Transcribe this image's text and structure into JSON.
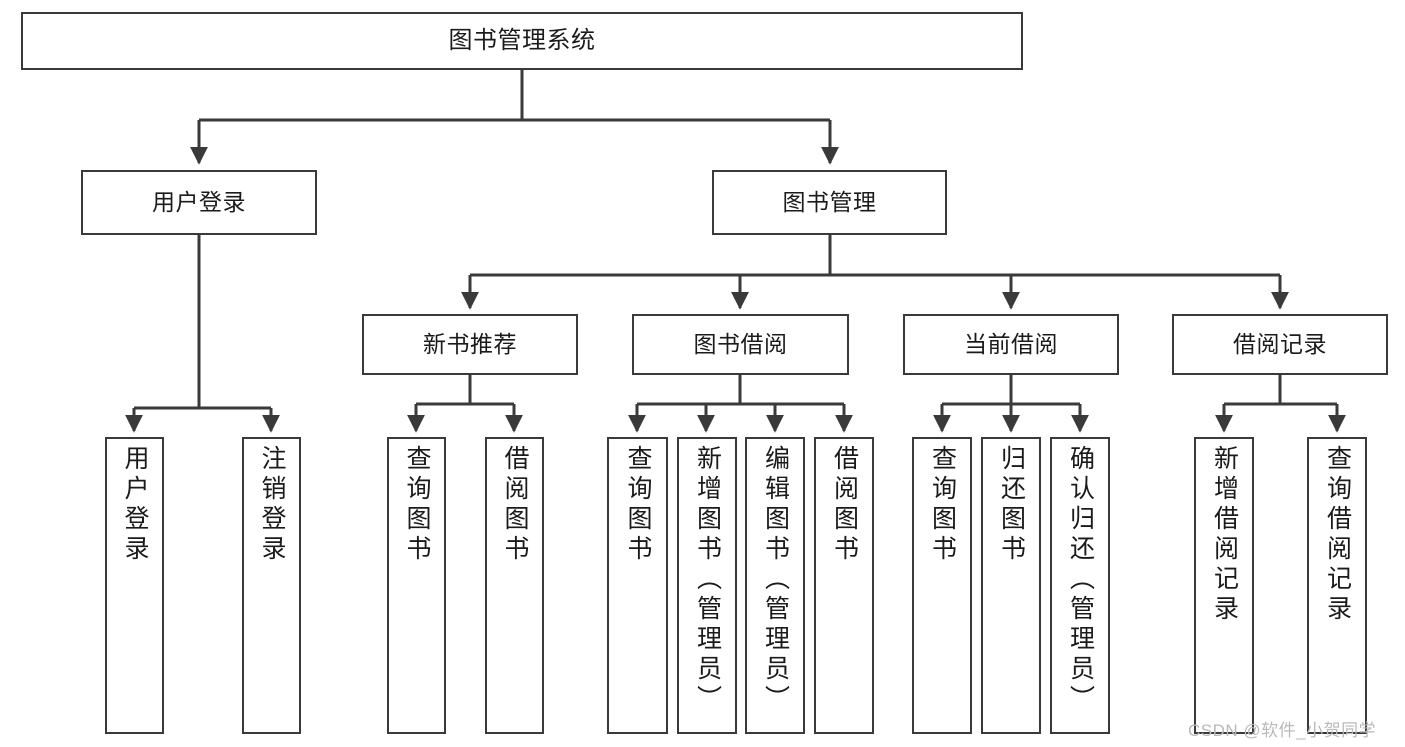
{
  "diagram": {
    "title": "图书管理系统",
    "watermark": "CSDN @软件_小贺同学",
    "colors": {
      "stroke": "#3a3a3a",
      "background": "#ffffff",
      "text": "#1b1b1b",
      "watermark": "#b9b9b9"
    },
    "levels": {
      "root": {
        "label": "图书管理系统"
      },
      "level2": [
        {
          "label": "用户登录"
        },
        {
          "label": "图书管理"
        }
      ],
      "level3": [
        {
          "label": "新书推荐"
        },
        {
          "label": "图书借阅"
        },
        {
          "label": "当前借阅"
        },
        {
          "label": "借阅记录"
        }
      ],
      "leaves": [
        {
          "label": "用户登录",
          "parent": "用户登录"
        },
        {
          "label": "注销登录",
          "parent": "用户登录"
        },
        {
          "label": "查询图书",
          "parent": "新书推荐"
        },
        {
          "label": "借阅图书",
          "parent": "新书推荐"
        },
        {
          "label": "查询图书",
          "parent": "图书借阅"
        },
        {
          "label": "新增图书（管理员）",
          "parent": "图书借阅"
        },
        {
          "label": "编辑图书（管理员）",
          "parent": "图书借阅"
        },
        {
          "label": "借阅图书",
          "parent": "图书借阅"
        },
        {
          "label": "查询图书",
          "parent": "当前借阅"
        },
        {
          "label": "归还图书",
          "parent": "当前借阅"
        },
        {
          "label": "确认归还（管理员）",
          "parent": "当前借阅"
        },
        {
          "label": "新增借阅记录",
          "parent": "借阅记录"
        },
        {
          "label": "查询借阅记录",
          "parent": "借阅记录"
        }
      ]
    }
  }
}
